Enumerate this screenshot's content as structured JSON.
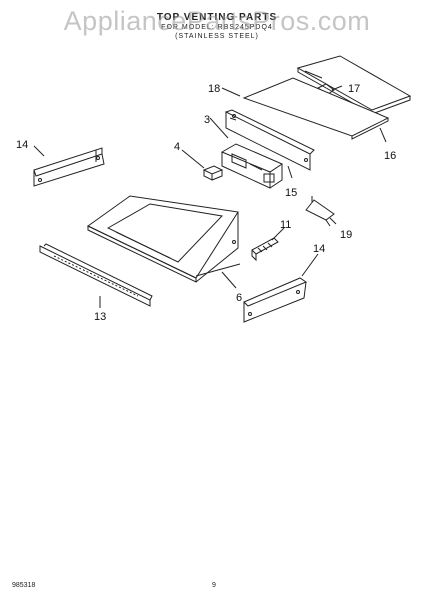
{
  "header": {
    "title": "TOP VENTING PARTS",
    "model_line": "FOR MODEL: RBS245PDQ4",
    "color_line": "(STAINLESS STEEL)"
  },
  "watermark": "AppliancePartsPros.com",
  "callouts": [
    "14",
    "18",
    "17",
    "3",
    "4",
    "16",
    "15",
    "19",
    "11",
    "14",
    "6",
    "13"
  ],
  "footer": {
    "left": "985318",
    "center": "9"
  }
}
